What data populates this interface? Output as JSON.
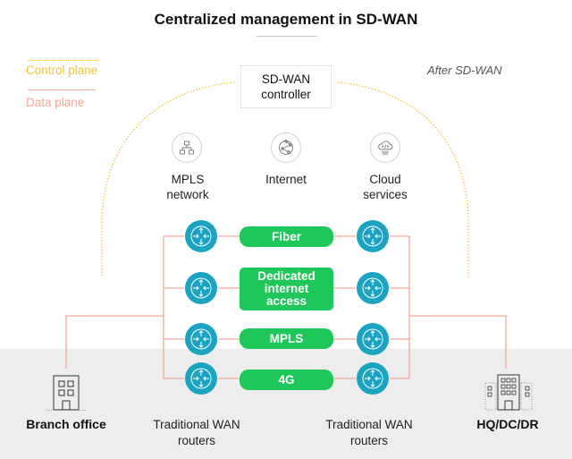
{
  "title": "Centralized management in SD-WAN",
  "legend": {
    "control_plane": "Control plane",
    "data_plane": "Data plane"
  },
  "context_label": "After SD-WAN",
  "controller": {
    "line1": "SD-WAN",
    "line2": "controller"
  },
  "transports": [
    {
      "icon": "network-topology-icon",
      "line1": "MPLS",
      "line2": "network"
    },
    {
      "icon": "globe-network-icon",
      "line1": "Internet",
      "line2": ""
    },
    {
      "icon": "cloud-code-icon",
      "line1": "Cloud",
      "line2": "services"
    }
  ],
  "links": [
    {
      "label_lines": [
        "Fiber"
      ]
    },
    {
      "label_lines": [
        "Dedicated",
        "internet",
        "access"
      ]
    },
    {
      "label_lines": [
        "MPLS"
      ]
    },
    {
      "label_lines": [
        "4G"
      ]
    }
  ],
  "sites": {
    "branch": "Branch office",
    "hq": "HQ/DC/DR"
  },
  "router_groups": {
    "left": {
      "line1": "Traditional WAN",
      "line2": "routers"
    },
    "right": {
      "line1": "Traditional WAN",
      "line2": "routers"
    }
  },
  "colors": {
    "control_plane": "#f5c338",
    "data_plane": "#f5a898",
    "router": "#1ba4c1",
    "link_pill": "#1fc75a",
    "ground": "#ededed"
  }
}
